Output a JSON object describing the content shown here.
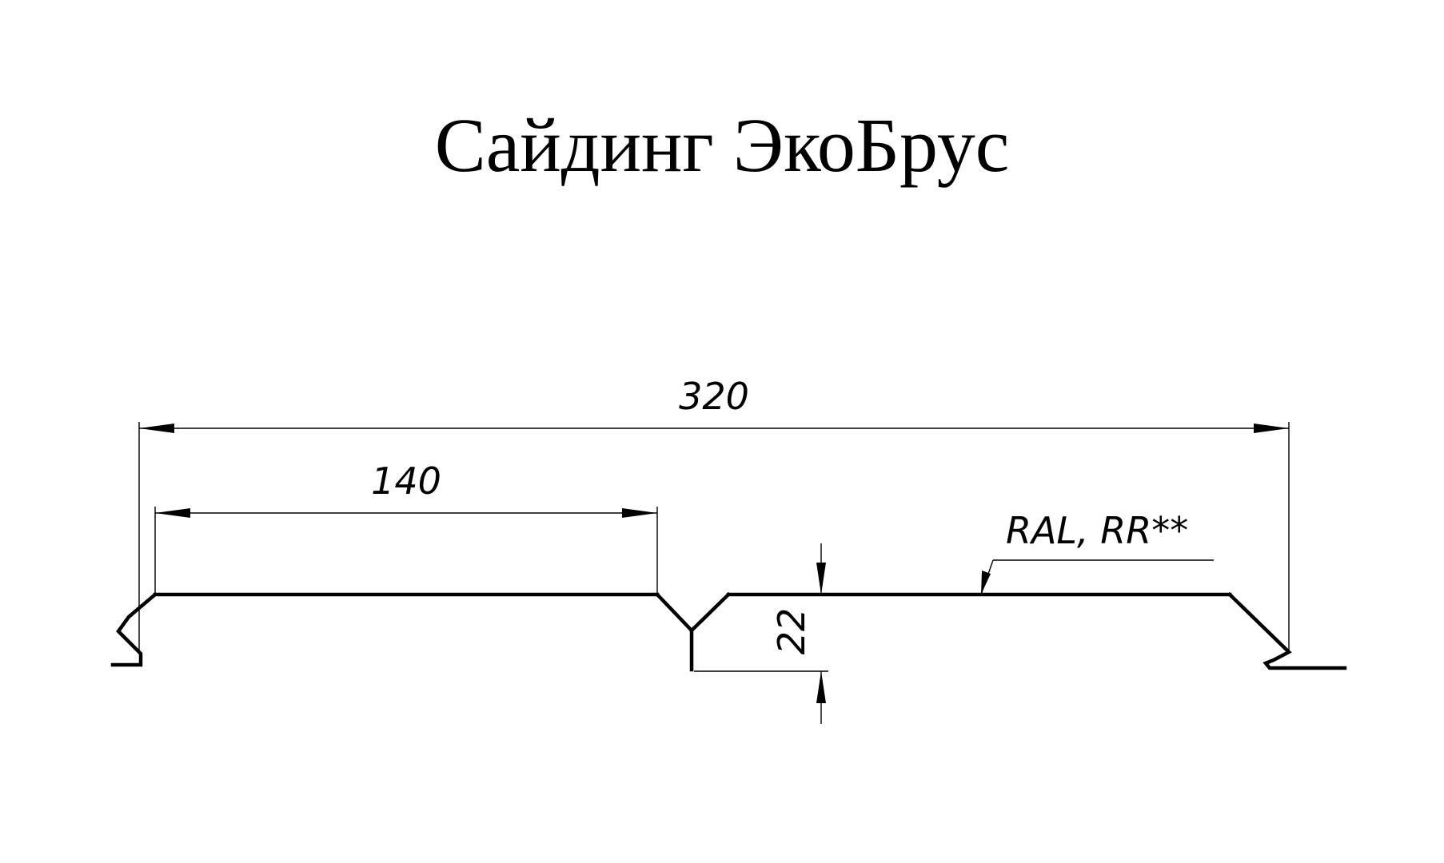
{
  "title": "Сайдинг ЭкоБрус",
  "dimensions": {
    "overall_width": "320",
    "panel_width": "140",
    "profile_height": "22"
  },
  "coating_note": "RAL, RR**",
  "colors": {
    "background": "#ffffff",
    "ink": "#000000"
  }
}
